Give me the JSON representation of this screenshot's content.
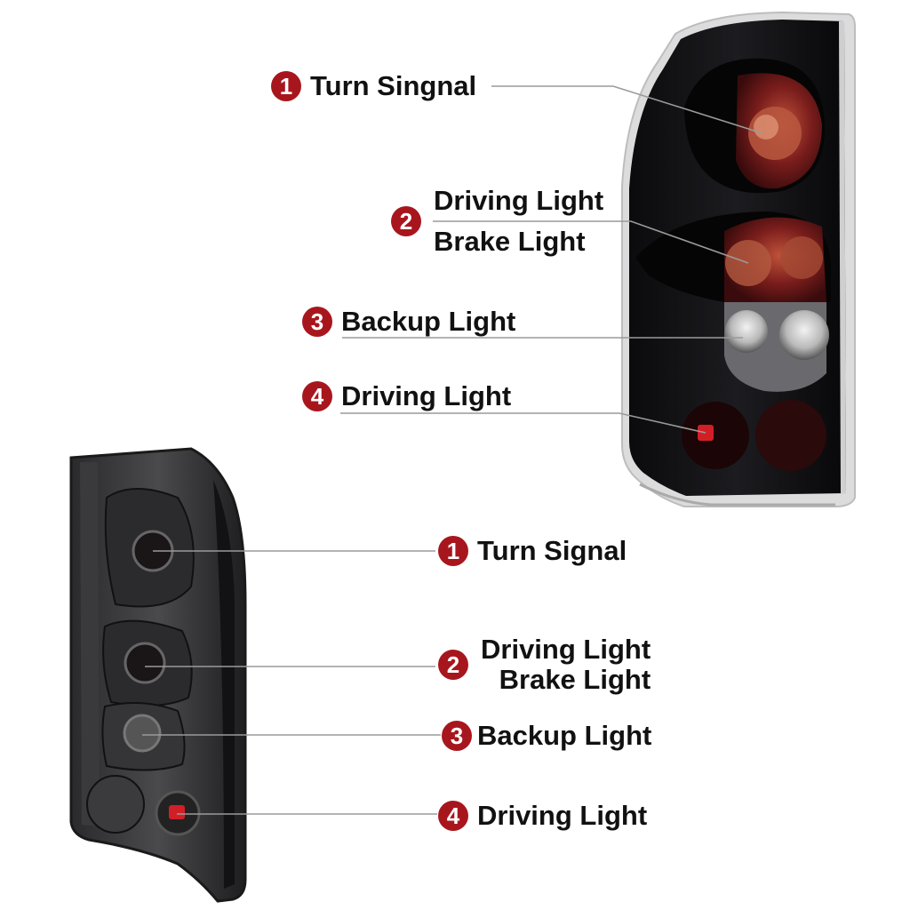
{
  "colors": {
    "badge": "#a8161d",
    "lamp_body": "#141416",
    "red_lens": "#7a1d1c",
    "clear_lens": "#d6d6d6",
    "leader_line": "#9a9a9a"
  },
  "front_view": {
    "callouts": [
      {
        "number": "1",
        "lines": [
          "Turn Singnal"
        ]
      },
      {
        "number": "2",
        "lines": [
          "Driving Light",
          "Brake Light"
        ]
      },
      {
        "number": "3",
        "lines": [
          "Backup Light"
        ]
      },
      {
        "number": "4",
        "lines": [
          "Driving Light"
        ]
      }
    ]
  },
  "back_view": {
    "callouts": [
      {
        "number": "1",
        "lines": [
          "Turn Signal"
        ]
      },
      {
        "number": "2",
        "lines": [
          "Driving Light",
          "Brake Light"
        ]
      },
      {
        "number": "3",
        "lines": [
          "Backup Light"
        ]
      },
      {
        "number": "4",
        "lines": [
          "Driving Light"
        ]
      }
    ]
  }
}
